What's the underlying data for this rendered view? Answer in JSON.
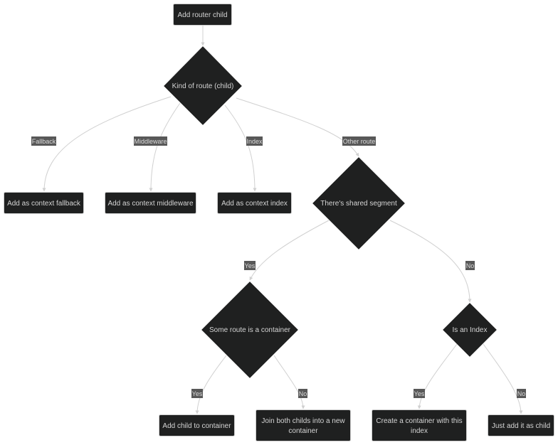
{
  "colors": {
    "node_fill": "#1f2020",
    "node_stroke": "#cccccc",
    "node_text": "#d4d4d4",
    "edge_stroke": "#d0d0d0",
    "edge_label_bg": "#585858",
    "edge_label_text": "#dcdcdc"
  },
  "nodes": {
    "add_router_child": "Add router child",
    "kind_of_route": "Kind of route (child)",
    "add_context_fallback": "Add as context fallback",
    "add_context_middleware": "Add as context middleware",
    "add_context_index": "Add as context index",
    "shared_segment": "There's shared segment",
    "route_is_container": "Some route is a container",
    "is_an_index": "Is an Index",
    "add_child_container": "Add child to container",
    "join_childs": [
      "Join both childs into a new",
      "container"
    ],
    "create_container_index": [
      "Create a container with this",
      "index"
    ],
    "just_add_child": "Just add it as child"
  },
  "edge_labels": {
    "fallback": "Fallback",
    "middleware": "Middleware",
    "index": "Index",
    "other_route": "Other route",
    "shared_yes": "Yes",
    "shared_no": "No",
    "container_yes": "Yes",
    "container_no": "No",
    "index_yes": "Yes",
    "index_no": "No"
  }
}
